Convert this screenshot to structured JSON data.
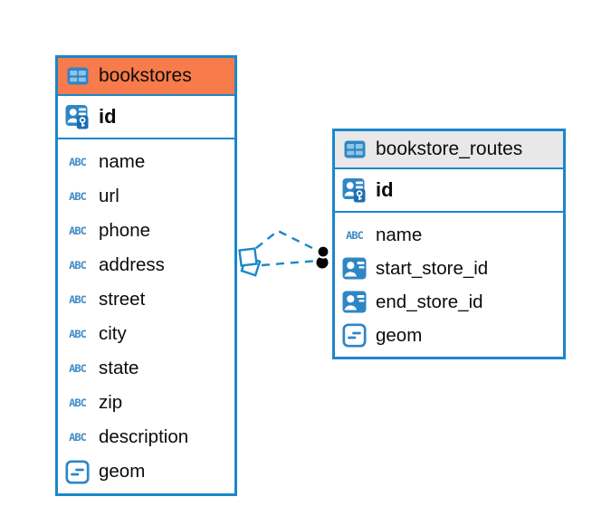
{
  "diagram": {
    "type": "entity-relationship",
    "colors": {
      "accent": "#1b87ca",
      "highlighted_header": "#f87b4b",
      "normal_header": "#e8e8e8",
      "icon_blue": "#2e86c6",
      "key_panel_blue": "#1a6fb0",
      "text_type_glyph_color": "#3f8cc8",
      "text": "#0b0b0b",
      "endpoint_dot": "#000000"
    },
    "glyphs": {
      "text_type": "ABC"
    },
    "tables": [
      {
        "name": "bookstores",
        "highlighted": true,
        "primary_key": {
          "name": "id",
          "icon": "primary-key-id-icon"
        },
        "columns": [
          {
            "name": "name",
            "icon": "text-type-icon"
          },
          {
            "name": "url",
            "icon": "text-type-icon"
          },
          {
            "name": "phone",
            "icon": "text-type-icon"
          },
          {
            "name": "address",
            "icon": "text-type-icon"
          },
          {
            "name": "street",
            "icon": "text-type-icon"
          },
          {
            "name": "city",
            "icon": "text-type-icon"
          },
          {
            "name": "state",
            "icon": "text-type-icon"
          },
          {
            "name": "zip",
            "icon": "text-type-icon"
          },
          {
            "name": "description",
            "icon": "text-type-icon"
          },
          {
            "name": "geom",
            "icon": "geometry-type-icon"
          }
        ]
      },
      {
        "name": "bookstore_routes",
        "highlighted": false,
        "primary_key": {
          "name": "id",
          "icon": "primary-key-id-icon"
        },
        "columns": [
          {
            "name": "name",
            "icon": "text-type-icon"
          },
          {
            "name": "start_store_id",
            "icon": "foreign-key-ref-icon"
          },
          {
            "name": "end_store_id",
            "icon": "foreign-key-ref-icon"
          },
          {
            "name": "geom",
            "icon": "geometry-type-icon"
          }
        ]
      }
    ],
    "relationships": [
      {
        "from_table": "bookstores",
        "to_table": "bookstore_routes",
        "style": "dashed"
      },
      {
        "from_table": "bookstores",
        "to_table": "bookstore_routes",
        "style": "dashed"
      }
    ]
  }
}
